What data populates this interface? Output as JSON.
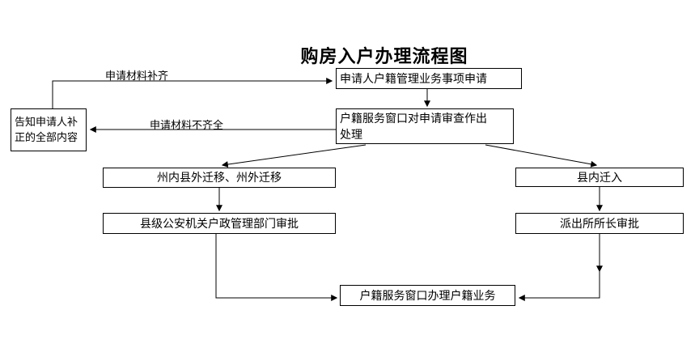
{
  "title": "购房入户办理流程图",
  "nodes": {
    "application": {
      "label": "申请人户籍管理业务事项申请"
    },
    "review": {
      "label": "户籍服务窗口对申请审查作出处理"
    },
    "notify": {
      "label": "告知申请人补正的全部内容"
    },
    "branch_out": {
      "label": "州内县外迁移、州外迁移"
    },
    "branch_in": {
      "label": "县内迁入"
    },
    "county_approval": {
      "label": "县级公安机关户政管理部门审批"
    },
    "station_approval": {
      "label": "派出所所长审批"
    },
    "handle": {
      "label": "户籍服务窗口办理户籍业务"
    }
  },
  "edges": {
    "materials_complete": {
      "label": "申请材料补齐"
    },
    "materials_incomplete": {
      "label": "申请材料不齐全"
    }
  },
  "colors": {
    "line": "#000000",
    "border": "#000000",
    "text": "#000000",
    "background": "#ffffff"
  }
}
